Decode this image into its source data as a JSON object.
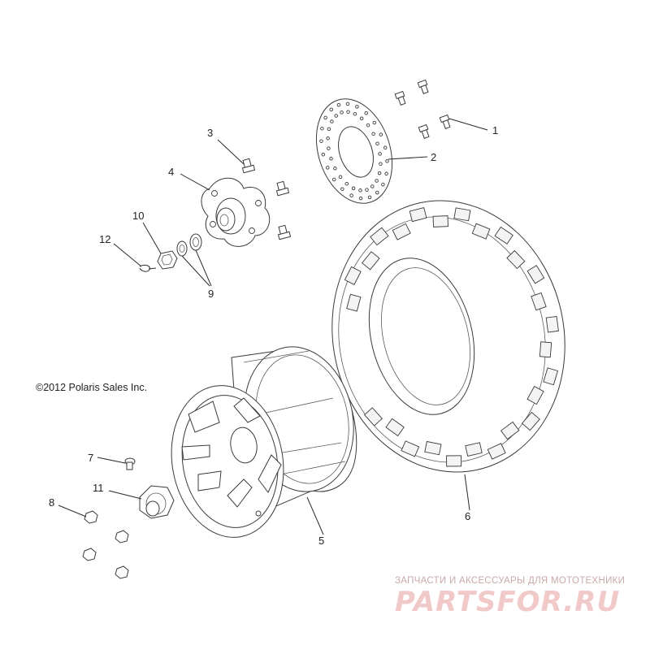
{
  "diagram": {
    "copyright": "©2012 Polaris Sales Inc.",
    "callouts": [
      "1",
      "2",
      "3",
      "4",
      "5",
      "6",
      "7",
      "8",
      "9",
      "10",
      "11",
      "12"
    ],
    "watermark": {
      "tagline": "ЗАПЧАСТИ И АКСЕССУАРЫ ДЛЯ МОТОТЕХНИКИ",
      "brand": "PARTSFOR.RU"
    },
    "colors": {
      "line": "#2a2a2a",
      "watermark": "#f1c9c9"
    }
  }
}
